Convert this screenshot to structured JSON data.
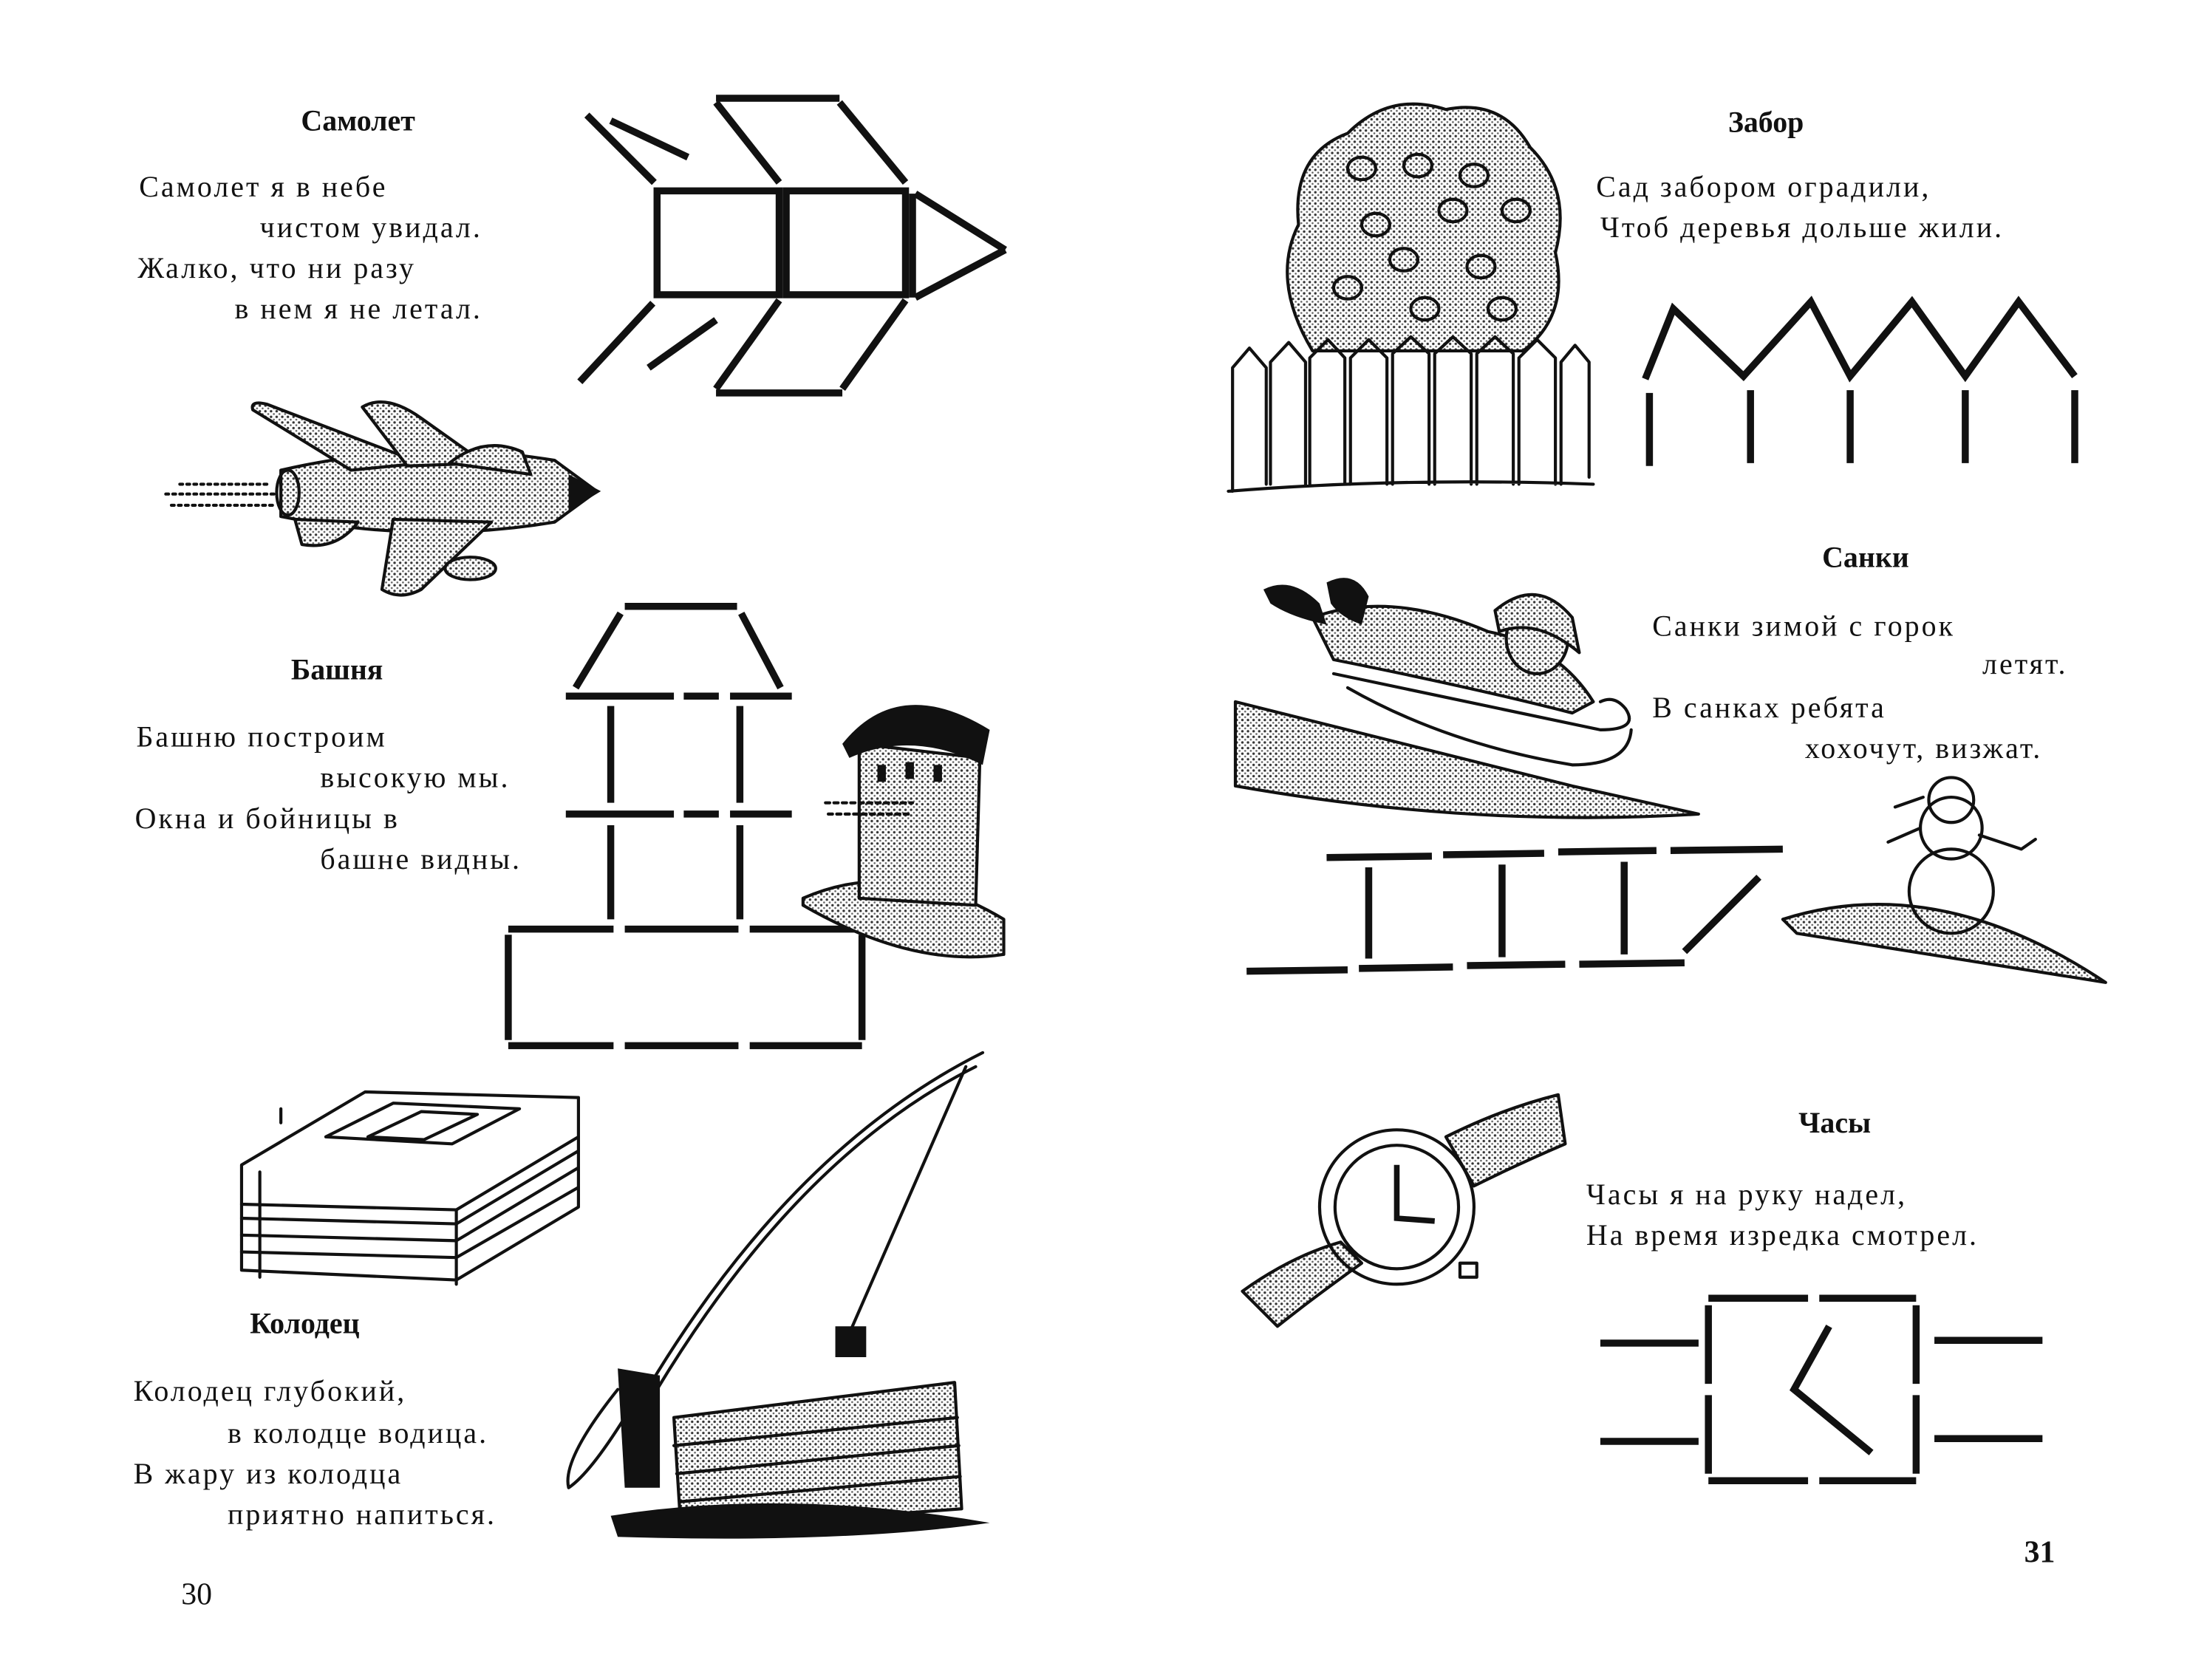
{
  "left_page": {
    "page_number": "30",
    "sections": [
      {
        "title": "Самолет",
        "lines": [
          "Самолет я в небе",
          "чистом увидал.",
          "Жалко, что ни разу",
          "в нем я не летал."
        ]
      },
      {
        "title": "Башня",
        "lines": [
          "Башню построим",
          "высокую мы.",
          "Окна и бойницы в",
          "башне видны."
        ]
      },
      {
        "title": "Колодец",
        "lines": [
          "Колодец глубокий,",
          "в колодце водица.",
          "В жару из колодца",
          "приятно напиться."
        ]
      }
    ]
  },
  "right_page": {
    "page_number": "31",
    "sections": [
      {
        "title": "Забор",
        "lines": [
          "Сад забором оградили,",
          "Чтоб деревья дольше жили."
        ]
      },
      {
        "title": "Санки",
        "lines": [
          "Санки зимой с горок",
          "летят.",
          "В санках ребята",
          "хохочут, визжат."
        ]
      },
      {
        "title": "Часы",
        "lines": [
          "Часы я на руку надел,",
          "На время изредка смотрел."
        ]
      }
    ]
  }
}
